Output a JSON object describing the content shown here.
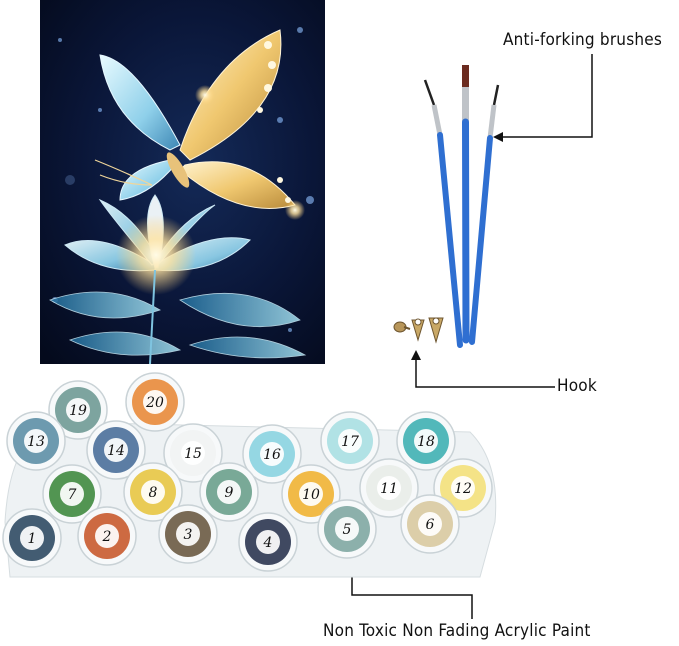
{
  "callouts": {
    "brushes": "Anti-forking brushes",
    "hook": "Hook",
    "paint": "Non Toxic Non Fading Acrylic Paint"
  },
  "paint_pots": [
    {
      "num": "1",
      "color": "#2f4a63"
    },
    {
      "num": "2",
      "color": "#c85a2e"
    },
    {
      "num": "3",
      "color": "#6a5a43"
    },
    {
      "num": "4",
      "color": "#2b3550"
    },
    {
      "num": "5",
      "color": "#7fa7a2"
    },
    {
      "num": "6",
      "color": "#d8c9a0"
    },
    {
      "num": "7",
      "color": "#3f8a3f"
    },
    {
      "num": "8",
      "color": "#e7c543"
    },
    {
      "num": "9",
      "color": "#6aa08c"
    },
    {
      "num": "10",
      "color": "#f0b233"
    },
    {
      "num": "11",
      "color": "#e8ece8"
    },
    {
      "num": "12",
      "color": "#f3e07a"
    },
    {
      "num": "13",
      "color": "#5d8fa6"
    },
    {
      "num": "14",
      "color": "#4a6f9a"
    },
    {
      "num": "15",
      "color": "#f1f3f3"
    },
    {
      "num": "16",
      "color": "#8ad3e0"
    },
    {
      "num": "17",
      "color": "#a8dfe2"
    },
    {
      "num": "18",
      "color": "#3fb0b3"
    },
    {
      "num": "19",
      "color": "#6f9a95"
    },
    {
      "num": "20",
      "color": "#e88a3a"
    }
  ],
  "colors": {
    "brush_handle": "#2f6fd1",
    "brush_ferrule": "#bfc3c8",
    "painting_bg": "#070f2a",
    "line": "#111111"
  }
}
